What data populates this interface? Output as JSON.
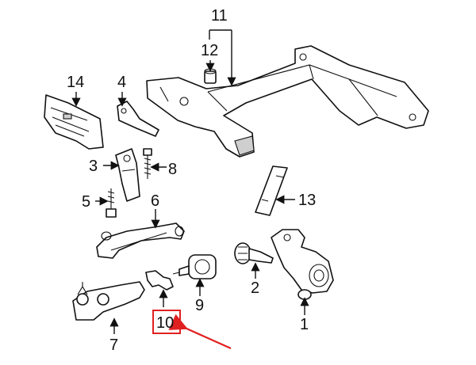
{
  "diagram": {
    "callouts": {
      "c1": "1",
      "c2": "2",
      "c3": "3",
      "c4": "4",
      "c5": "5",
      "c6": "6",
      "c7": "7",
      "c8": "8",
      "c9": "9",
      "c10": "10",
      "c11": "11",
      "c12": "12",
      "c13": "13",
      "c14": "14"
    },
    "highlight": {
      "callout": "10",
      "box_color": "#e02020",
      "arrow_color": "#e02020"
    }
  }
}
